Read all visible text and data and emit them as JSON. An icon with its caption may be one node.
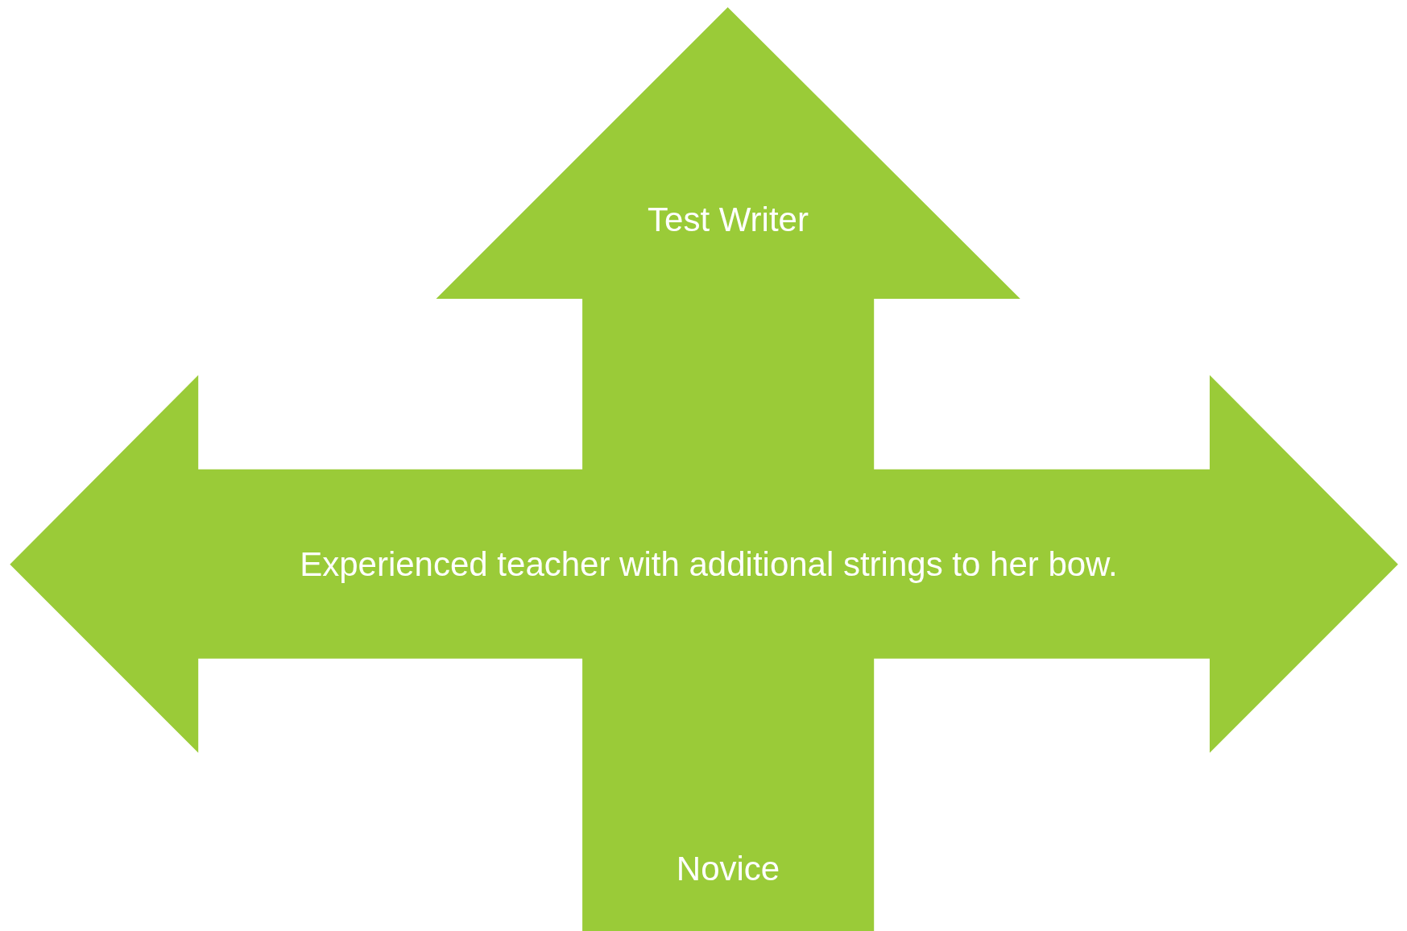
{
  "diagram": {
    "nodes": [
      {
        "text": [
          "Test Writer",
          "Experienced teacher with additional strings to her bow.",
          "Novice"
        ]
      }
    ]
  }
}
